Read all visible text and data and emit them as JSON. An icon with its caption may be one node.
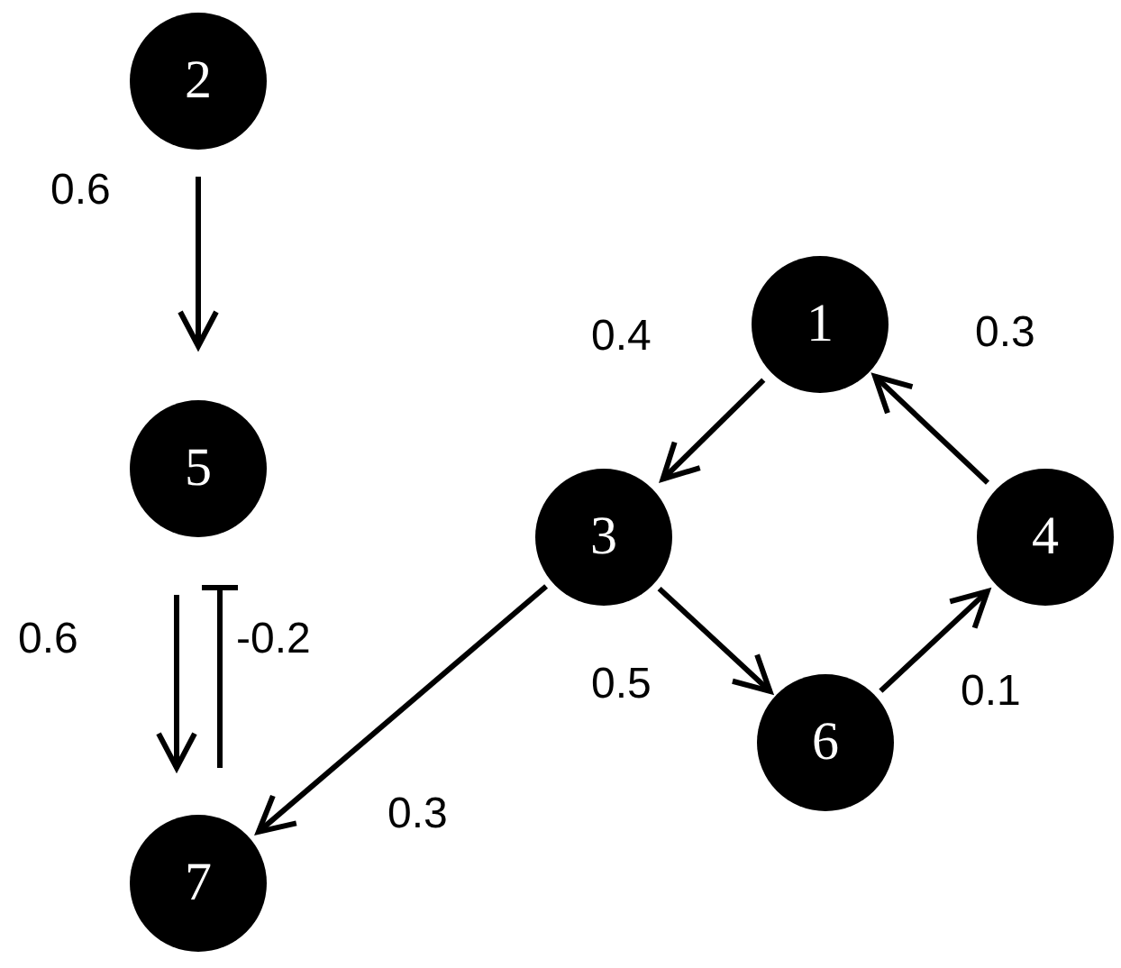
{
  "diagram": {
    "nodes": [
      {
        "text": [
          "2"
        ]
      },
      {
        "text": [
          "5"
        ]
      },
      {
        "text": [
          "7"
        ]
      },
      {
        "text": [
          "1"
        ]
      },
      {
        "text": [
          "3"
        ]
      },
      {
        "text": [
          "4"
        ]
      },
      {
        "text": [
          "6"
        ]
      }
    ],
    "edges": [
      {
        "from": 0,
        "to": 1,
        "arrow": "to",
        "label": "0.6"
      },
      {
        "from": 1,
        "to": 2,
        "arrow": "to",
        "label": "0.6"
      },
      {
        "from": 2,
        "to": 1,
        "arrow": "other",
        "label": "-0.2"
      },
      {
        "from": 3,
        "to": 4,
        "arrow": "to",
        "label": "0.4"
      },
      {
        "from": 5,
        "to": 3,
        "arrow": "to",
        "label": "0.3"
      },
      {
        "from": 4,
        "to": 6,
        "arrow": "to",
        "label": "0.5"
      },
      {
        "from": 6,
        "to": 5,
        "arrow": "to",
        "label": "0.1"
      },
      {
        "from": 4,
        "to": 2,
        "arrow": "to",
        "label": "0.3"
      }
    ]
  }
}
